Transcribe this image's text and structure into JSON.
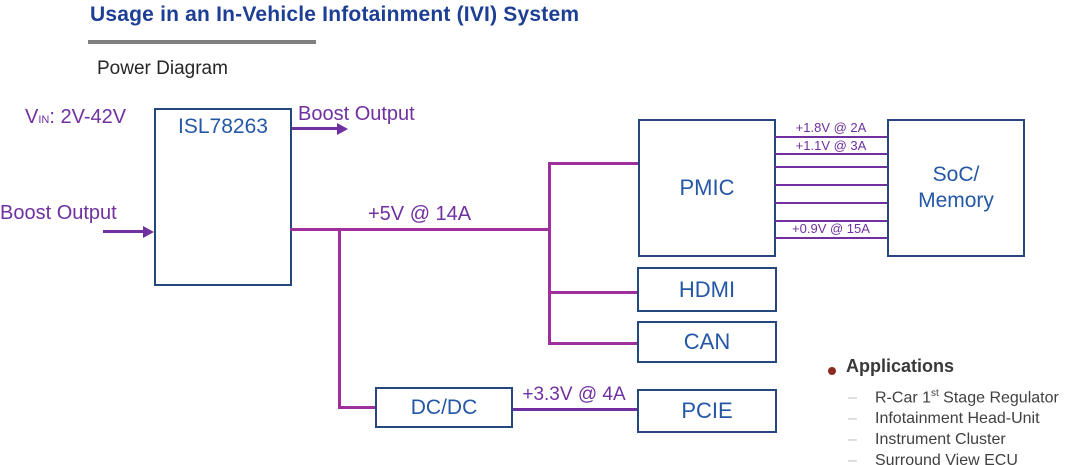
{
  "slide": {
    "title": "Usage in an In-Vehicle Infotainment (IVI) System",
    "subtitle": "Power Diagram"
  },
  "labels": {
    "vin_prefix": "V",
    "vin_sub": "IN",
    "vin_suffix": ": 2V-42V",
    "boost_output_top": "Boost Output",
    "boost_output_left": "Boost Output",
    "wire_5v": "+5V @ 14A",
    "wire_3v3": "+3.3V @ 4A",
    "rail_1v8": "+1.8V @ 2A",
    "rail_1v1": "+1.1V @ 3A",
    "rail_0v9": "+0.9V @ 15A"
  },
  "blocks": {
    "isl": "ISL78263",
    "pmic": "PMIC",
    "soc_line1": "SoC/",
    "soc_line2": "Memory",
    "hdmi": "HDMI",
    "can": "CAN",
    "dcdc": "DC/DC",
    "pcie": "PCIE"
  },
  "applications": {
    "heading": "Applications",
    "dash": "–",
    "items": [
      {
        "pre": "R-Car 1",
        "sup": "st",
        "post": " Stage Regulator"
      },
      {
        "text": "Infotainment Head-Unit"
      },
      {
        "text": "Instrument Cluster"
      },
      {
        "text": "Surround View ECU"
      }
    ]
  },
  "colors": {
    "title_navy": "#1c3e94",
    "box_border_navy": "#24477e",
    "box_text_blue": "#2457a5",
    "label_violet": "#7030a0",
    "wire_magenta": "#9e2f9b",
    "rail_violet": "#7030a0",
    "underline_gray": "#7f7f7f",
    "apps_text_gray": "#3b3838",
    "apps_bullet_dark_red": "#8e2a21",
    "apps_dash_gray": "#c3c3c3"
  }
}
